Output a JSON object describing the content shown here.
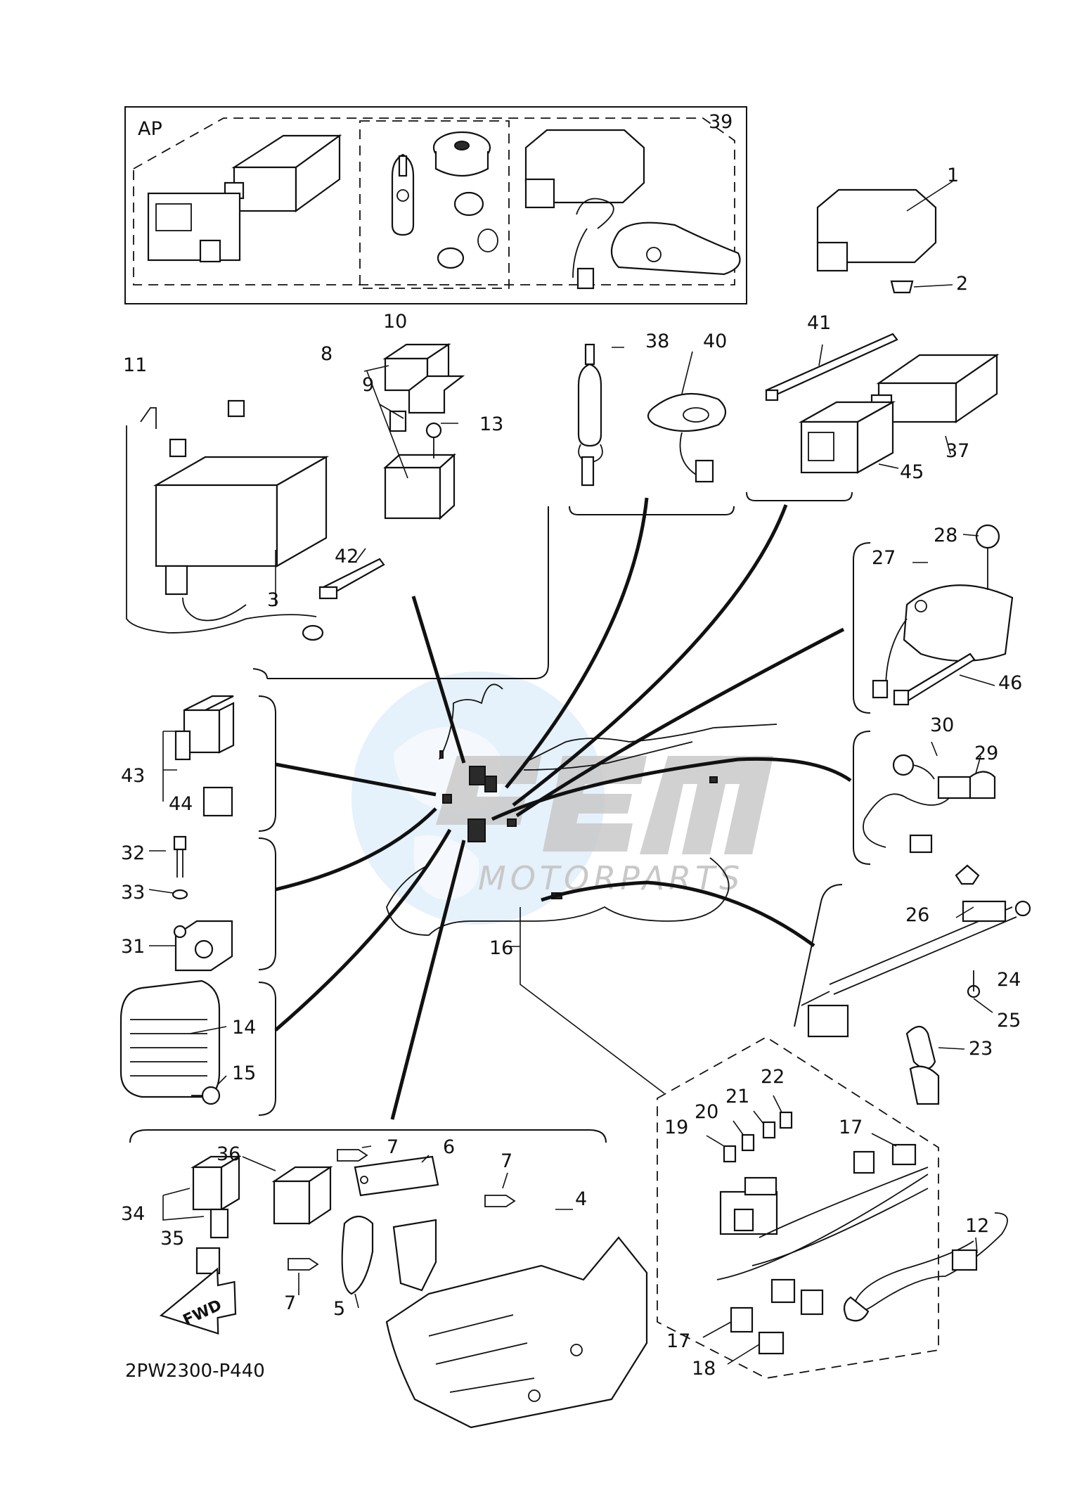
{
  "ap_label": "AP",
  "drawing_code": "2PW2300-P440",
  "fwd_label": "FWD",
  "watermark_text": "MOTORPARTS",
  "colors": {
    "line": "#111111",
    "watermark_blue": "#cfe6f7",
    "watermark_grey": "#c8c8c8"
  },
  "callouts": {
    "n1": "1",
    "n2": "2",
    "n3": "3",
    "n4": "4",
    "n5": "5",
    "n6": "6",
    "n7a": "7",
    "n7b": "7",
    "n7c": "7",
    "n8": "8",
    "n9": "9",
    "n10": "10",
    "n11": "11",
    "n12": "12",
    "n13": "13",
    "n14": "14",
    "n15": "15",
    "n16": "16",
    "n17a": "17",
    "n17b": "17",
    "n18": "18",
    "n19": "19",
    "n20": "20",
    "n21": "21",
    "n22": "22",
    "n23": "23",
    "n24": "24",
    "n25": "25",
    "n26": "26",
    "n27": "27",
    "n28": "28",
    "n29": "29",
    "n30": "30",
    "n31": "31",
    "n32": "32",
    "n33": "33",
    "n34": "34",
    "n35": "35",
    "n36": "36",
    "n37": "37",
    "n38": "38",
    "n39": "39",
    "n40": "40",
    "n41": "41",
    "n42": "42",
    "n43": "43",
    "n44": "44",
    "n45": "45",
    "n46": "46"
  }
}
